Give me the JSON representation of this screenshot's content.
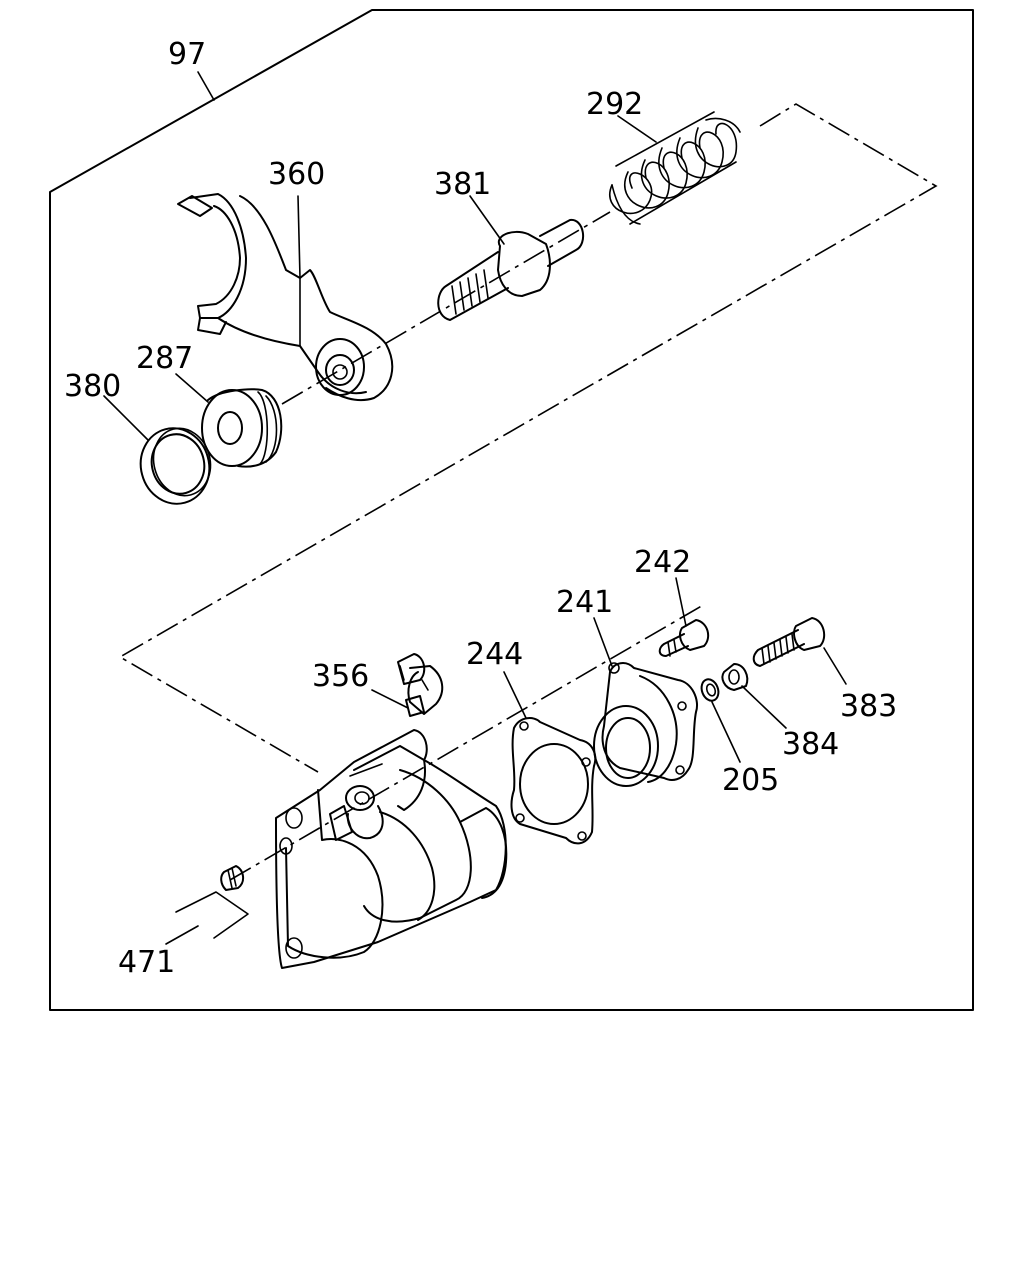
{
  "labels": {
    "p97": "97",
    "p292": "292",
    "p360": "360",
    "p381": "381",
    "p287": "287",
    "p380": "380",
    "p242": "242",
    "p241": "241",
    "p244": "244",
    "p356": "356",
    "p383": "383",
    "p384": "384",
    "p205": "205",
    "p471": "471"
  },
  "colors": {
    "line": "#000000",
    "background": "#ffffff"
  }
}
